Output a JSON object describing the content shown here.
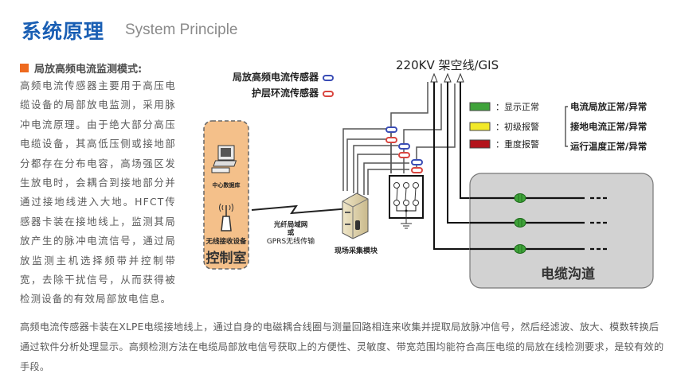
{
  "header": {
    "title_zh": "系统原理",
    "title_en": "System Principle"
  },
  "section": {
    "heading": "局放高频电流监测模式:",
    "bullet_color": "#ee6a1f",
    "paragraph": "高频电流传感器主要用于高压电缆设备的局部放电监测，采用脉冲电流原理。由于绝大部分高压电缆设备，其高低压侧或接地部分都存在分布电容，高场强区发生放电时，会耦合到接地部分并通过接地线进入大地。HFCT传感器卡装在接地线上，监测其局放产生的脉冲电流信号，通过局放监测主机选择频带并控制带宽，去除干扰信号，从而获得被检测设备的有效局部放电信息。"
  },
  "footer": {
    "paragraph": "高频电流传感器卡装在XLPE电缆接地线上，通过自身的电磁耦合线圈与测量回路相连来收集并提取局放脉冲信号，然后经滤波、放大、模数转换后通过软件分析处理显示。高频检测方法在电缆局部放电信号获取上的方便性、灵敏度、带宽范围均能符合高压电缆的局放在线检测要求，是较有效的手段。"
  },
  "diagram": {
    "top_label": "220KV 架空线/GIS",
    "sensor_legend": [
      {
        "label": "局放高频电流传感器",
        "color": "#3a4db5"
      },
      {
        "label": "护层环流传感器",
        "color": "#d9453f"
      }
    ],
    "status_legend": [
      {
        "label": "显示正常",
        "color": "#3fa33a"
      },
      {
        "label": "初级报警",
        "color": "#f2e928"
      },
      {
        "label": "重度报警",
        "color": "#b3141c"
      }
    ],
    "status_items": [
      "电流局放正常/异常",
      "接地电流正常/异常",
      "运行温度正常/异常"
    ],
    "control_room": {
      "title": "控制室",
      "computer_label": "中心数据库",
      "antenna_label": "无线接收设备",
      "fill": "#f4c08a"
    },
    "link_label": [
      "光纤局域网",
      "或",
      "GPRS无线传输"
    ],
    "collector_label": "现场采集模块",
    "trench_label": "电缆沟道",
    "trench_line_count": 3
  }
}
